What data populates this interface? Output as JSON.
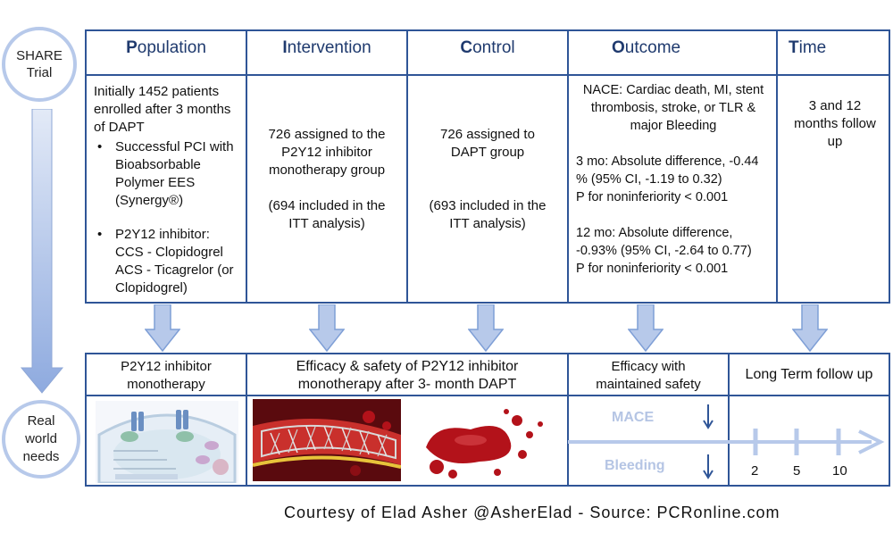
{
  "left": {
    "trial_label": "SHARE\nTrial",
    "needs_label": "Real\nworld\nneeds"
  },
  "picot": {
    "population": {
      "initial": "P",
      "rest": "opulation",
      "intro": "Initially 1452 patients enrolled after 3 months of DAPT",
      "bullet1": "Successful PCI with Bioabsorbable Polymer EES (Synergy®)",
      "bullet2_lines": [
        "P2Y12 inhibitor:",
        "CCS - Clopidogrel",
        "ACS - Ticagrelor (or Clopidogrel)"
      ]
    },
    "intervention": {
      "initial": "I",
      "rest": "ntervention",
      "text1": "726 assigned to the P2Y12 inhibitor monotherapy group",
      "text2": "(694 included in the ITT analysis)"
    },
    "control": {
      "initial": "C",
      "rest": "ontrol",
      "text1": "726 assigned to DAPT group",
      "text2": "(693 included in the ITT analysis)"
    },
    "outcome": {
      "initial": "O",
      "rest": "utcome",
      "nace": "NACE: Cardiac death, MI, stent thrombosis, stroke, or TLR  & major Bleeding",
      "mo3_a": "3 mo: Absolute difference, -0.44 % (95% CI, -1.19 to 0.32)",
      "mo3_b": "P for noninferiority < 0.001",
      "mo12_a": "12 mo: Absolute difference, -0.93% (95% CI, -2.64 to 0.77)",
      "mo12_b": "P for noninferiority < 0.001"
    },
    "time": {
      "initial": "T",
      "rest": "ime",
      "text": "3 and 12 months follow up"
    }
  },
  "bottom": {
    "mono_label": "P2Y12 inhibitor monotherapy",
    "efficacy_label": "Efficacy & safety of P2Y12 inhibitor monotherapy after 3- month DAPT",
    "safety_label": "Efficacy with maintained safety",
    "followup_label": "Long Term follow up",
    "mace": "MACE",
    "bleeding": "Bleeding",
    "years": [
      "2",
      "5",
      "10"
    ]
  },
  "footer": "Courtesy of Elad Asher @AsherElad - Source: PCRonline.com",
  "colors": {
    "border": "#2f5597",
    "arrow": "#b7c9ea",
    "arrow_edge": "#7f9fd6",
    "faded": "#b5c5e4",
    "blood": "#b3121a"
  }
}
